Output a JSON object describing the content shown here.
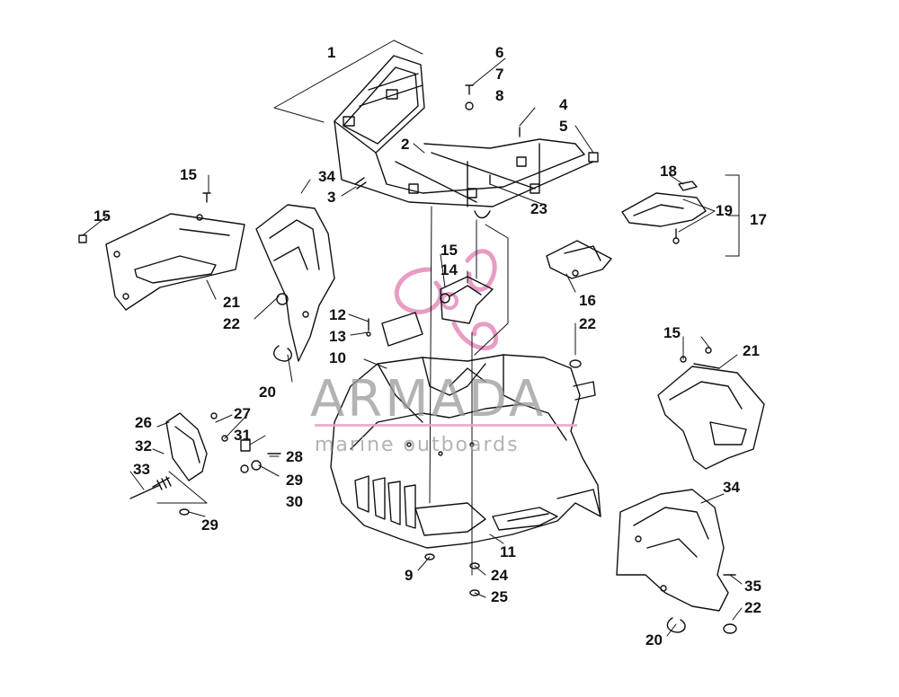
{
  "watermark": {
    "title": "ARMADA",
    "subtitle": "marine outboards",
    "accent_color": "#d96aa6"
  },
  "callouts": [
    {
      "label": "1"
    },
    {
      "label": "6"
    },
    {
      "label": "7"
    },
    {
      "label": "8"
    },
    {
      "label": "4"
    },
    {
      "label": "5"
    },
    {
      "label": "2"
    },
    {
      "label": "15"
    },
    {
      "label": "34"
    },
    {
      "label": "3"
    },
    {
      "label": "23"
    },
    {
      "label": "18"
    },
    {
      "label": "19"
    },
    {
      "label": "17"
    },
    {
      "label": "15"
    },
    {
      "label": "15"
    },
    {
      "label": "14"
    },
    {
      "label": "16"
    },
    {
      "label": "21"
    },
    {
      "label": "22"
    },
    {
      "label": "12"
    },
    {
      "label": "13"
    },
    {
      "label": "22"
    },
    {
      "label": "10"
    },
    {
      "label": "15"
    },
    {
      "label": "21"
    },
    {
      "label": "20"
    },
    {
      "label": "26"
    },
    {
      "label": "27"
    },
    {
      "label": "31"
    },
    {
      "label": "32"
    },
    {
      "label": "28"
    },
    {
      "label": "33"
    },
    {
      "label": "29"
    },
    {
      "label": "30"
    },
    {
      "label": "29"
    },
    {
      "label": "34"
    },
    {
      "label": "11"
    },
    {
      "label": "9"
    },
    {
      "label": "24"
    },
    {
      "label": "25"
    },
    {
      "label": "35"
    },
    {
      "label": "22"
    },
    {
      "label": "20"
    }
  ]
}
